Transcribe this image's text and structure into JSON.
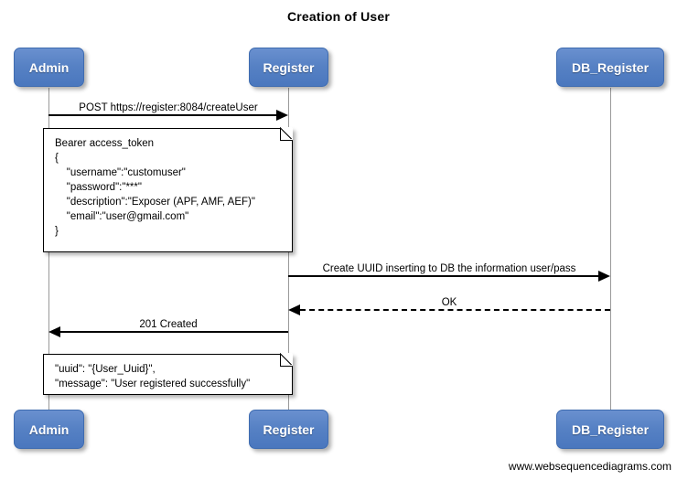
{
  "diagram": {
    "title": "Creation of User",
    "footer": "www.websequencediagrams.com",
    "accent_color": "#5681c4",
    "line_color": "#000000",
    "lifeline_color": "#9a9a9a"
  },
  "participants": [
    {
      "name": "Admin",
      "label": "Admin"
    },
    {
      "name": "Register",
      "label": "Register"
    },
    {
      "name": "DB_Register",
      "label": "DB_Register"
    }
  ],
  "participants_bottom": [
    {
      "name": "Admin",
      "label": "Admin"
    },
    {
      "name": "Register",
      "label": "Register"
    },
    {
      "name": "DB_Register",
      "label": "DB_Register"
    }
  ],
  "messages": [
    {
      "id": "m1",
      "from": "Admin",
      "to": "Register",
      "label": "POST https://register:8084/createUser",
      "style": "solid",
      "direction": "right"
    },
    {
      "id": "m2",
      "from": "Register",
      "to": "DB_Register",
      "label": "Create UUID inserting to DB the information user/pass",
      "style": "solid",
      "direction": "right"
    },
    {
      "id": "m3",
      "from": "DB_Register",
      "to": "Register",
      "label": "OK",
      "style": "dashed",
      "direction": "left"
    },
    {
      "id": "m4",
      "from": "Register",
      "to": "Admin",
      "label": "201 Created",
      "style": "solid",
      "direction": "left"
    }
  ],
  "notes": [
    {
      "id": "note-request-body",
      "lines": [
        "Bearer access_token",
        "{",
        "    \"username\":\"customuser\"",
        "    \"password\":\"***\"",
        "    \"description\":\"Exposer (APF, AMF, AEF)\"",
        "    \"email\":\"user@gmail.com\"",
        "}"
      ]
    },
    {
      "id": "note-response-body",
      "lines": [
        "\"uuid\": \"{User_Uuid}\",",
        "\"message\": \"User registered successfully\""
      ]
    }
  ]
}
